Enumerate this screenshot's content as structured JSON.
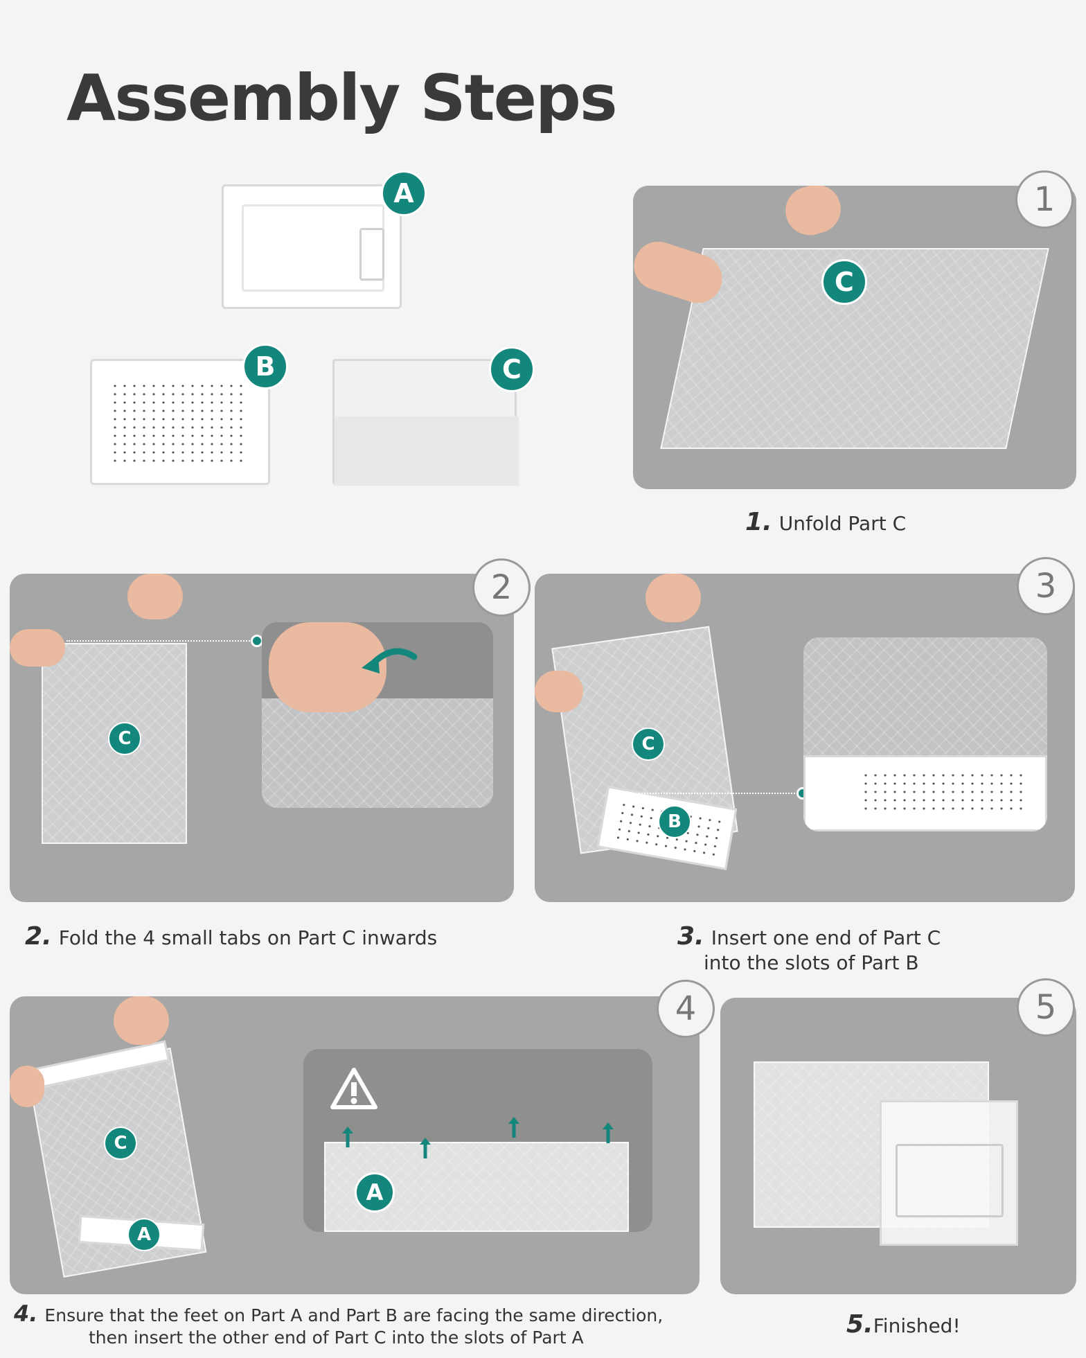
{
  "title": "Assembly Steps",
  "parts": {
    "a": "A",
    "b": "B",
    "c": "C"
  },
  "steps": [
    {
      "number": "1",
      "caption_num": "1.",
      "caption": "Unfold Part C"
    },
    {
      "number": "2",
      "caption_num": "2.",
      "caption": "Fold the 4 small tabs on Part C inwards"
    },
    {
      "number": "3",
      "caption_num": "3.",
      "caption_line1": "Insert one end of Part C",
      "caption_line2": "into the slots of Part B"
    },
    {
      "number": "4",
      "caption_num": "4.",
      "caption_line1": "Ensure that the feet on Part A and Part B are facing the same direction,",
      "caption_line2": "then insert the other end of Part C into the slots of Part A"
    },
    {
      "number": "5",
      "caption_num": "5.",
      "caption": "Finished!"
    }
  ],
  "colors": {
    "accent": "#14877c",
    "panel": "#a6a6a6",
    "background": "#f4f4f4"
  },
  "icons": [
    "warning-icon",
    "arrow-up-icon",
    "curved-arrow-icon"
  ]
}
